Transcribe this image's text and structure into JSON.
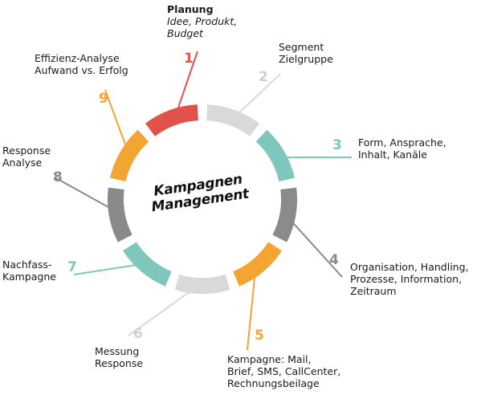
{
  "center": {
    "line1": "Kampagnen",
    "line2": "Management"
  },
  "colors": {
    "red": "#e0524a",
    "gray_light": "#d9d9d9",
    "teal": "#7fc6bd",
    "gray_dark": "#8a8a8a",
    "orange": "#f2a531"
  },
  "steps": [
    {
      "number": "1",
      "color": "#e0524a",
      "lines": [
        "Planung",
        "Idee, Produkt,",
        "Budget"
      ]
    },
    {
      "number": "2",
      "color": "#d9d9d9",
      "lines": [
        "Segment",
        "Zielgruppe"
      ]
    },
    {
      "number": "3",
      "color": "#7fc6bd",
      "lines": [
        "Form, Ansprache,",
        "Inhalt, Kanäle"
      ]
    },
    {
      "number": "4",
      "color": "#8a8a8a",
      "lines": [
        "Organisation, Handling,",
        "Prozesse, Information,",
        "Zeitraum"
      ]
    },
    {
      "number": "5",
      "color": "#f2a531",
      "lines": [
        "Kampagne: Mail,",
        "Brief, SMS, CallCenter,",
        "Rechnungsbeilage"
      ]
    },
    {
      "number": "6",
      "color": "#d9d9d9",
      "lines": [
        "Messung",
        "Response"
      ]
    },
    {
      "number": "7",
      "color": "#7fc6bd",
      "lines": [
        "Nachfass-",
        "Kampagne"
      ]
    },
    {
      "number": "8",
      "color": "#8a8a8a",
      "lines": [
        "Response",
        "Analyse"
      ]
    },
    {
      "number": "9",
      "color": "#f2a531",
      "lines": [
        "Effizienz-Analyse",
        "Aufwand vs. Erfolg"
      ]
    }
  ]
}
